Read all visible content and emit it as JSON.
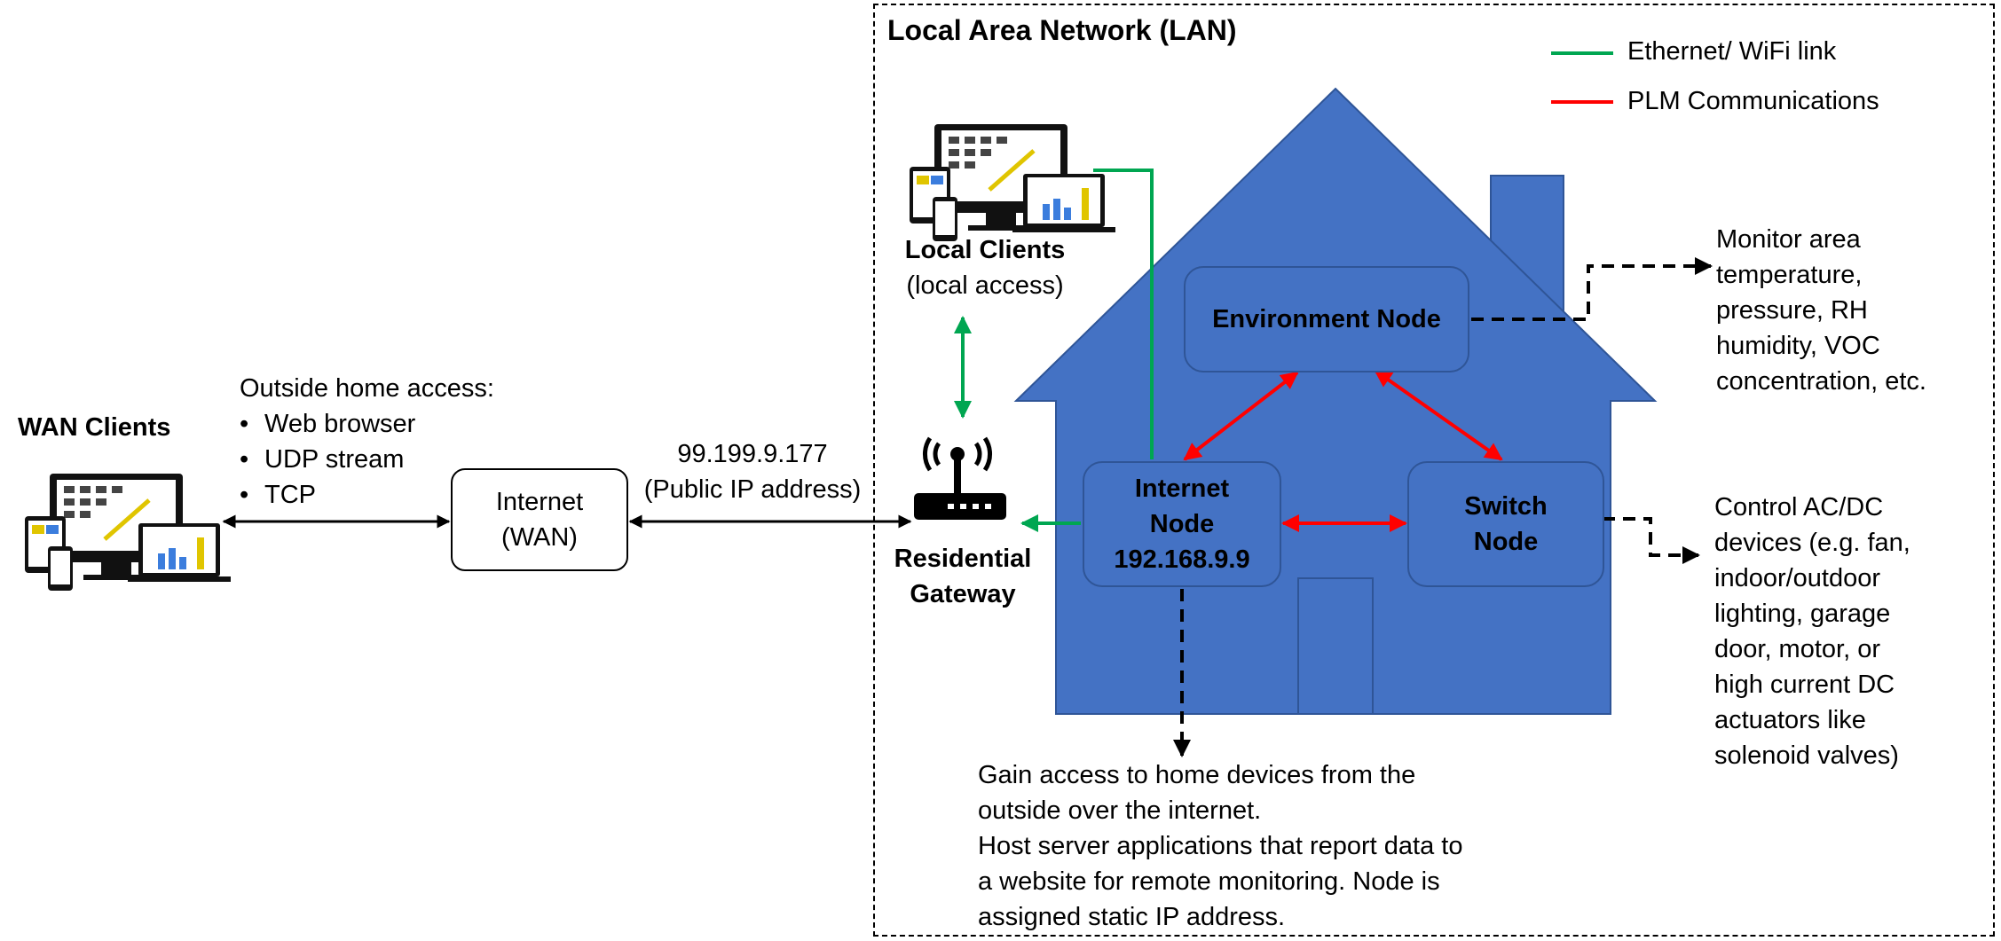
{
  "lan_title": "Local Area Network (LAN)",
  "legend": {
    "ethernet": {
      "label": "Ethernet/ WiFi link",
      "color": "#00a651"
    },
    "plm": {
      "label": "PLM Communications",
      "color": "#ff0000"
    }
  },
  "colors": {
    "house": "#4472c4",
    "house_outline": "#2f5597",
    "node_fill": "#4472c4"
  },
  "wan_clients": {
    "label": "WAN Clients",
    "icon": "devices-icon"
  },
  "outside_access": {
    "title": "Outside home access:",
    "items": [
      "Web browser",
      "UDP stream",
      "TCP"
    ]
  },
  "internet_box": {
    "line1": "Internet",
    "line2": "(WAN)"
  },
  "public_ip": {
    "address": "99.199.9.177",
    "label": "(Public IP address)"
  },
  "local_clients": {
    "label": "Local Clients",
    "sub": "(local access)",
    "icon": "devices-icon"
  },
  "gateway": {
    "line1": "Residential",
    "line2": "Gateway",
    "icon": "router-icon"
  },
  "nodes": {
    "environment": {
      "label": "Environment Node"
    },
    "internet": {
      "line1": "Internet",
      "line2": "Node",
      "line3": "192.168.9.9"
    },
    "switch": {
      "line1": "Switch",
      "line2": "Node"
    }
  },
  "env_desc": [
    "Monitor area",
    "temperature,",
    "pressure, RH",
    "humidity, VOC",
    "concentration, etc."
  ],
  "switch_desc": [
    "Control AC/DC",
    "devices (e.g. fan,",
    "indoor/outdoor",
    "lighting, garage",
    "door, motor, or",
    "high current DC",
    "actuators like",
    "solenoid valves)"
  ],
  "internet_desc": [
    "Gain access to home devices from the",
    "outside over the internet.",
    "Host server applications that report data to",
    "a website for remote monitoring. Node is",
    "assigned static IP address."
  ]
}
